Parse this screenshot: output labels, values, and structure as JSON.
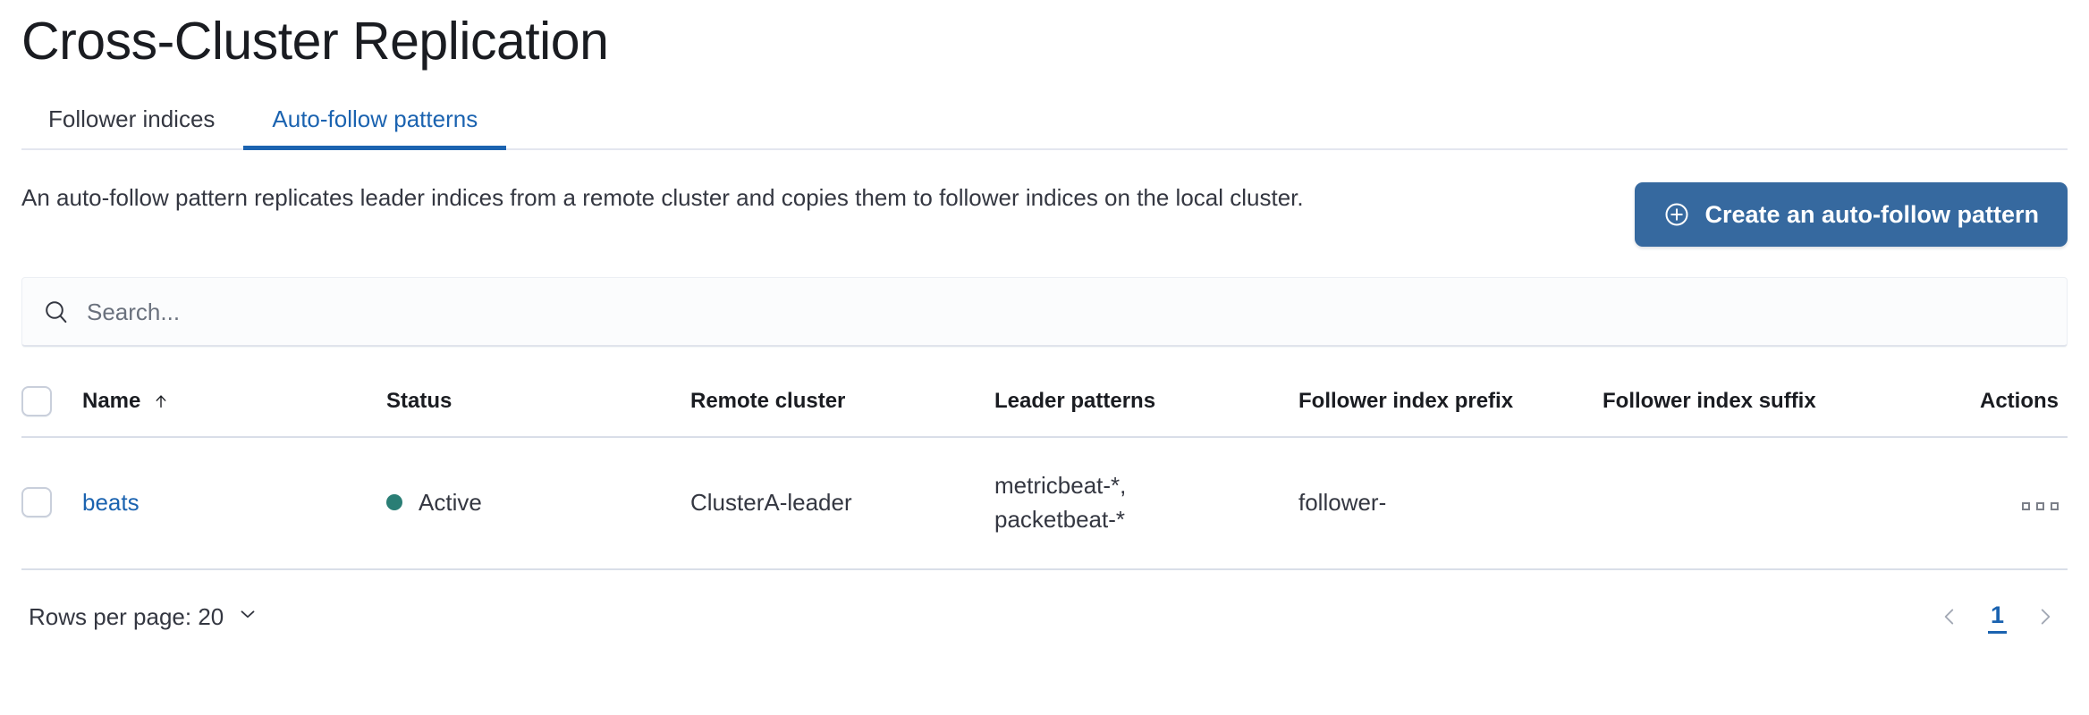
{
  "page": {
    "title": "Cross-Cluster Replication"
  },
  "tabs": [
    {
      "label": "Follower indices",
      "active": false
    },
    {
      "label": "Auto-follow patterns",
      "active": true
    }
  ],
  "description": {
    "text": "An auto-follow pattern replicates leader indices from a remote cluster and copies them to follower indices on the local cluster."
  },
  "actions": {
    "create_label": "Create an auto-follow pattern",
    "create_icon": "plus-in-circle-icon"
  },
  "search": {
    "placeholder": "Search...",
    "value": "",
    "icon": "search-icon"
  },
  "table": {
    "columns": [
      {
        "key": "checkbox",
        "label": ""
      },
      {
        "key": "name",
        "label": "Name",
        "sorted": "asc",
        "sort_icon": "arrow-up-icon"
      },
      {
        "key": "status",
        "label": "Status"
      },
      {
        "key": "remote_cluster",
        "label": "Remote cluster"
      },
      {
        "key": "leader_patterns",
        "label": "Leader patterns"
      },
      {
        "key": "follower_index_prefix",
        "label": "Follower index prefix"
      },
      {
        "key": "follower_index_suffix",
        "label": "Follower index suffix"
      },
      {
        "key": "actions",
        "label": "Actions"
      }
    ],
    "rows": [
      {
        "name": "beats",
        "status": "Active",
        "status_color": "#2a7e75",
        "remote_cluster": "ClusterA-leader",
        "leader_patterns_line1": "metricbeat-*,",
        "leader_patterns_line2": "packetbeat-*",
        "follower_index_prefix": "follower-",
        "follower_index_suffix": "",
        "actions_icon": "ellipsis-horizontal-icon"
      }
    ]
  },
  "footer": {
    "rows_per_page_label": "Rows per page: 20",
    "rows_per_page_icon": "chevron-down-icon",
    "prev_icon": "chevron-left-icon",
    "next_icon": "chevron-right-icon",
    "current_page": "1"
  },
  "colors": {
    "primary": "#36699f",
    "link": "#1b63b0",
    "status_active": "#2a7e75",
    "text": "#343741",
    "border": "#d9dee8"
  }
}
